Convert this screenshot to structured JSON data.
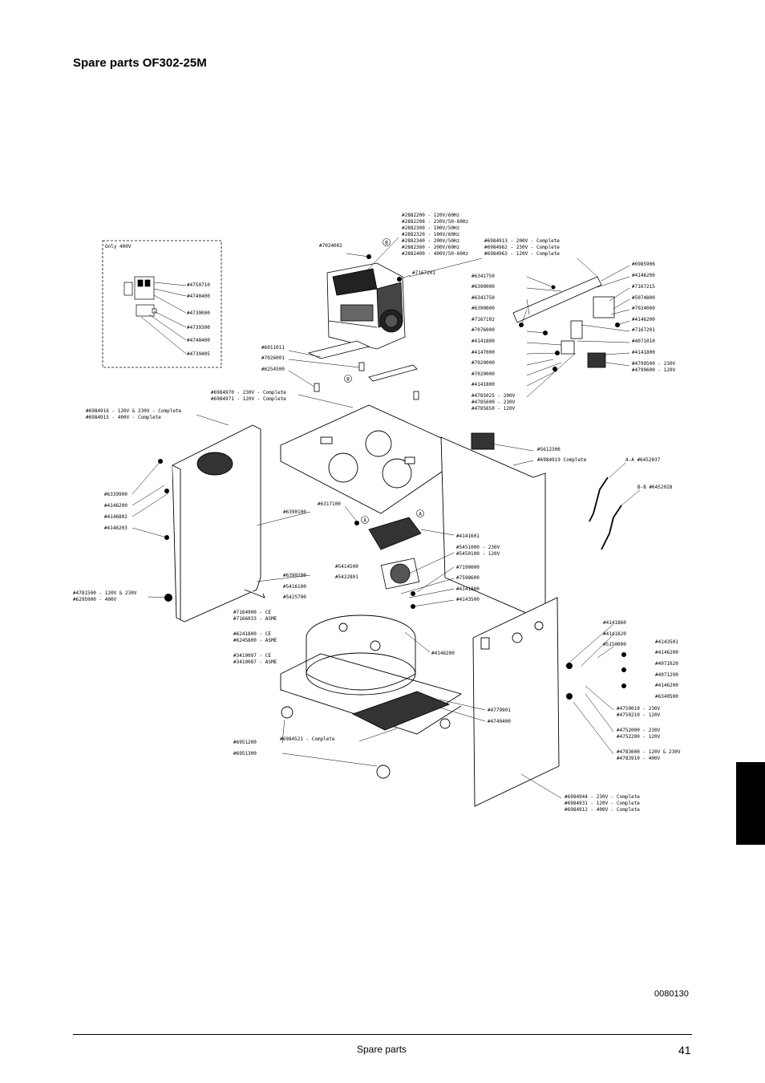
{
  "page": {
    "title": "Spare parts OF302-25M"
  },
  "inset_box": {
    "heading": "Only 400V",
    "labels": [
      "#4750710",
      "#4740400",
      "#4739000",
      "#4739300",
      "#4740400",
      "#4739405"
    ]
  },
  "callouts": {
    "motor_group": [
      "#2882200 - 120V/60Hz",
      "#2882208 - 230V/50-60Hz",
      "#2882300 - 100V/50Hz",
      "#2882320 - 100V/60Hz",
      "#2882340 - 200V/50Hz",
      "#2882360 - 200V/60Hz",
      "#2882400 - 400V/50-60Hz"
    ],
    "top_right_group": [
      "#6984913 - 200V - Complete",
      "#6984962 - 230V - Complete",
      "#6984963 - 120V - Complete"
    ],
    "valve_left": [
      "#6341750",
      "#6390000",
      "#6341750",
      "#6390000",
      "#7167102",
      "#7076000",
      "#4141800",
      "#4147000",
      "#7020000",
      "#7020000",
      "#4141800"
    ],
    "valve_left_group": [
      "#4785025 - 200V",
      "#4785600 - 230V",
      "#4785650 - 120V"
    ],
    "valve_right": [
      "#6985906",
      "#4146200",
      "#7167215",
      "#5074800",
      "#7024000",
      "#4146200",
      "#7167201",
      "#4071010",
      "#4141800"
    ],
    "valve_right_group": [
      "#4799500 - 230V",
      "#4799600 - 120V"
    ],
    "motor_single": [
      "#7024002",
      "#7167201"
    ],
    "mid_left": [
      "#6011011",
      "#7026001",
      "#6254500"
    ],
    "frame_group": [
      "#6984970 - 230V - Complete",
      "#6984971 - 120V - Complete"
    ],
    "left_frame_group": [
      "#6984916 - 120V & 230V - Complete",
      "#6984915 - 400V - Complete"
    ],
    "left_side": [
      "#6339900",
      "#4146200",
      "#4146802",
      "#4146203"
    ],
    "left_bottom_group": [
      "#4781500 - 120V & 230V",
      "#6295900 - 400V"
    ],
    "center_left": [
      "#6390100",
      "#6317100",
      "#6390200",
      "#5416100",
      "#5425700",
      "#5414500",
      "#5422801"
    ],
    "tank_group1": [
      "#7164900 - CE",
      "#7166033 - ASME"
    ],
    "tank_group2": [
      "#6241800 - CE",
      "#6245800 - ASME"
    ],
    "tank_group3": [
      "#3410097 - CE",
      "#3410087 - ASME"
    ],
    "bottom_left": [
      "#6951200",
      "#6984521 - Complete",
      "#6951300"
    ],
    "center_right": [
      "#4141601",
      "#5451000 - 230V",
      "#5450100 - 120V",
      "#7190000",
      "#7598600",
      "#4141800",
      "#4143500",
      "#4146200",
      "#4779901",
      "#4740400"
    ],
    "right_frame": [
      "#5612306",
      "#6984919 Complete"
    ],
    "section_aa": "A-A #6452037",
    "section_bb": "B-B #6452028",
    "front_panel_right": [
      "#4141860",
      "#4141820",
      "#5150000",
      "#4143501",
      "#4146200",
      "#4071020",
      "#4071290",
      "#4146200",
      "#6340500"
    ],
    "switch_group1": [
      "#4750010 - 230V",
      "#4750210 - 120V"
    ],
    "switch_group2": [
      "#4752000 - 230V",
      "#4752200 - 120V"
    ],
    "switch_group3": [
      "#4783600 - 120V & 230V",
      "#4783910 - 400V"
    ],
    "panel_group": [
      "#6984944 - 230V - Complete",
      "#6984931 - 120V - Complete",
      "#6984912 - 400V - Complete"
    ],
    "markers": [
      "A",
      "A",
      "B",
      "B"
    ]
  },
  "drawing_number": "0080130",
  "footer": {
    "label": "Spare parts",
    "page_number": "41"
  }
}
